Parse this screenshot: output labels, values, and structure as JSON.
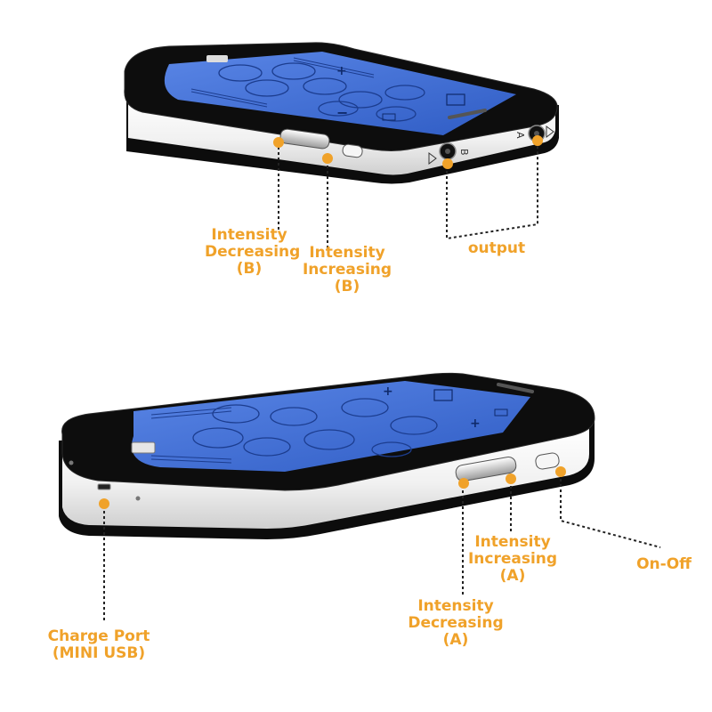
{
  "colors": {
    "accent": "#f0a22a",
    "screen": "#3f6fd4",
    "body": "#111111",
    "band": "#f4f4f4",
    "leader": "#222222"
  },
  "device_top": {
    "jack_b_label": "B",
    "jack_a_label": "A",
    "screen_plus": "+",
    "screen_minus": "−"
  },
  "callouts_top": {
    "intensity_decreasing_b": [
      "Intensity",
      "Decreasing",
      "(B)"
    ],
    "intensity_increasing_b": [
      "Intensity",
      "Increasing",
      "(B)"
    ],
    "output": "output"
  },
  "callouts_bottom": {
    "charge_port": [
      "Charge Port",
      "(MINI USB)"
    ],
    "intensity_increasing_a": [
      "Intensity",
      "Increasing",
      "(A)"
    ],
    "intensity_decreasing_a": [
      "Intensity",
      "Decreasing",
      "(A)"
    ],
    "on_off": "On-Off"
  }
}
